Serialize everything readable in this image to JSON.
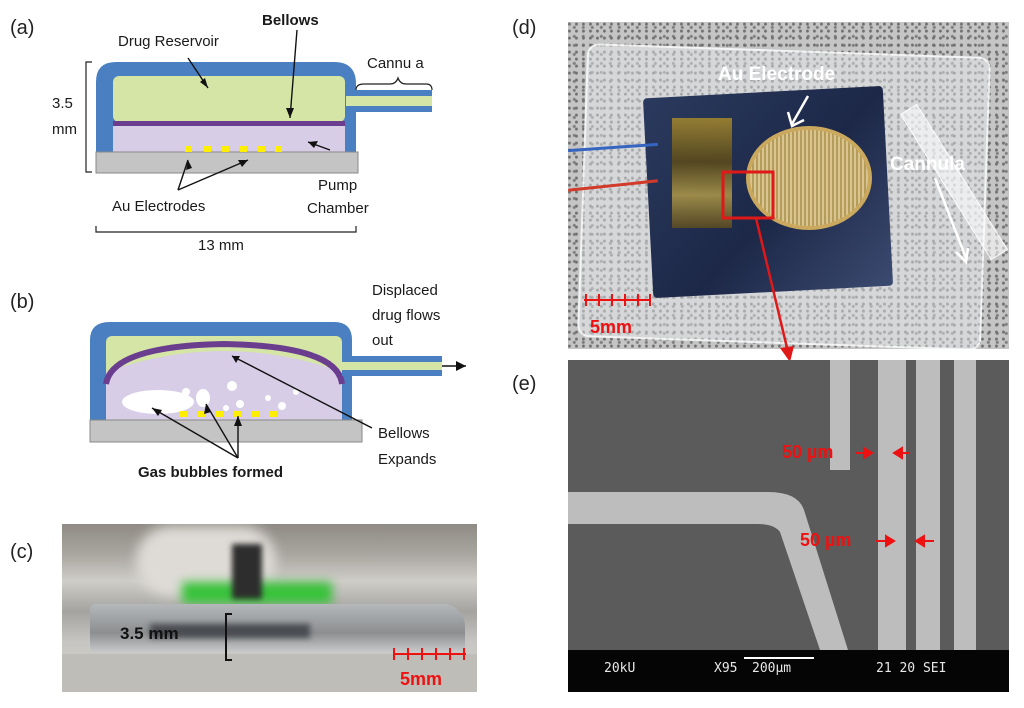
{
  "panels": {
    "a": {
      "label": "(a)",
      "drug_reservoir": "Drug Reservoir",
      "bellows": "Bellows",
      "cannula": "Cannu a",
      "height": "3.5",
      "height_unit": "mm",
      "pump_chamber_1": "Pump",
      "pump_chamber_2": "Chamber",
      "electrodes": "Au Electrodes",
      "width": "13 mm"
    },
    "b": {
      "label": "(b)",
      "displaced_1": "Displaced",
      "displaced_2": "drug flows",
      "displaced_3": "out",
      "bellows_1": "Bellows",
      "bellows_2": "Expands",
      "gas": "Gas bubbles formed"
    },
    "c": {
      "label": "(c)",
      "thickness": "3.5 mm",
      "scale": "5mm"
    },
    "d": {
      "label": "(d)",
      "electrode": "Au Electrode",
      "cannula": "Cannula",
      "scale": "5mm"
    },
    "e": {
      "label": "(e)",
      "width_1": "50 µm",
      "width_2": "50 µm",
      "sem_kv": "20kU",
      "sem_mag": "X95",
      "sem_scale": "200µm",
      "sem_id": "21 20 SEI"
    }
  },
  "colors": {
    "shell": "#4a7fc1",
    "reservoir": "#d4e5a5",
    "chamber": "#d7cde6",
    "membrane": "#6a3d8f",
    "base": "#c4c4c4",
    "electrode": "#ffee00",
    "scale_red": "#ee1111"
  }
}
